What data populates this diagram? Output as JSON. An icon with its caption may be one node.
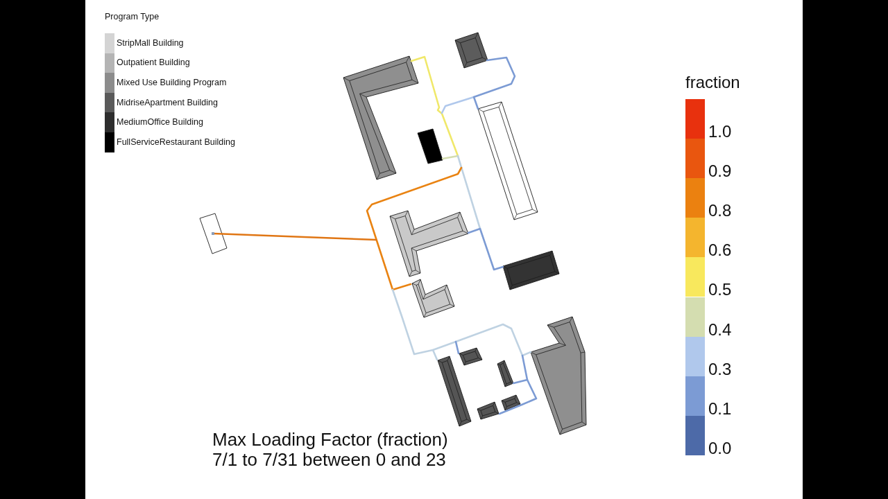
{
  "diagram": {
    "caption": "Max Loading Factor (fraction) 7/1 to 7/31 between 0 and 23",
    "labels": [
      "Program Type",
      "fraction"
    ],
    "legend": [
      {
        "text": "StripMall Building",
        "color": "#d4d4d4"
      },
      {
        "text": "Outpatient Building",
        "color": "#b4b4b4"
      },
      {
        "text": "Mixed Use Building Program",
        "color": "#8c8c8c"
      },
      {
        "text": "MidriseApartment Building",
        "color": "#5a5a5a"
      },
      {
        "text": "MediumOffice Building",
        "color": "#2e2e2e"
      },
      {
        "text": "FullServiceRestaurant Building",
        "color": "#000000"
      },
      {
        "text": "1.0",
        "color": "#e8310e"
      },
      {
        "text": "0.9",
        "color": "#e9560f"
      },
      {
        "text": "0.8",
        "color": "#eb8110"
      },
      {
        "text": "0.6",
        "color": "#f4b52e"
      },
      {
        "text": "0.5",
        "color": "#f8e85d"
      },
      {
        "text": "0.4",
        "color": "#d4ddb0"
      },
      {
        "text": "0.3",
        "color": "#b0c8ec"
      },
      {
        "text": "0.1",
        "color": "#7c9bd4"
      },
      {
        "text": "0.0",
        "color": "#4d6aa8"
      }
    ]
  }
}
